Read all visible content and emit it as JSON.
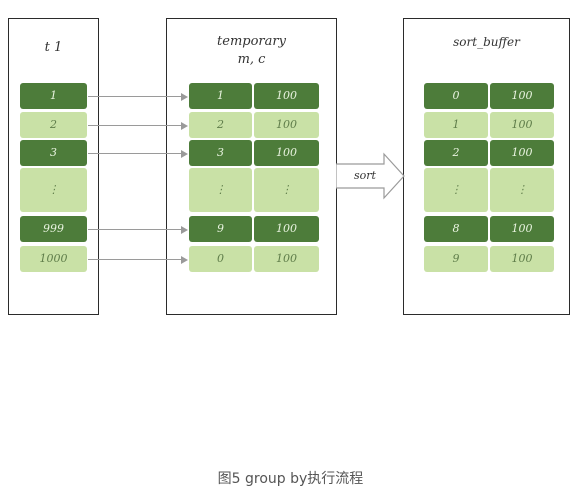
{
  "caption": "图5 group by执行流程",
  "panels": {
    "t1": {
      "title": "t 1"
    },
    "temporary": {
      "title_line1": "temporary",
      "title_line2": "m, c"
    },
    "sort_buffer": {
      "title": "sort_buffer"
    }
  },
  "sort_label": "sort",
  "t1_rows": [
    {
      "value": "1",
      "style": "dark"
    },
    {
      "value": "2",
      "style": "light"
    },
    {
      "value": "3",
      "style": "dark"
    },
    {
      "value": "⋮",
      "style": "light"
    },
    {
      "value": "999",
      "style": "dark"
    },
    {
      "value": "1000",
      "style": "light"
    }
  ],
  "temporary_rows": [
    {
      "m": "1",
      "c": "100",
      "style": "dark"
    },
    {
      "m": "2",
      "c": "100",
      "style": "light"
    },
    {
      "m": "3",
      "c": "100",
      "style": "dark"
    },
    {
      "m": "⋮",
      "c": "⋮",
      "style": "light"
    },
    {
      "m": "9",
      "c": "100",
      "style": "dark"
    },
    {
      "m": "0",
      "c": "100",
      "style": "light"
    }
  ],
  "sort_buffer_rows": [
    {
      "m": "0",
      "c": "100",
      "style": "dark"
    },
    {
      "m": "1",
      "c": "100",
      "style": "light"
    },
    {
      "m": "2",
      "c": "100",
      "style": "dark"
    },
    {
      "m": "⋮",
      "c": "⋮",
      "style": "light"
    },
    {
      "m": "8",
      "c": "100",
      "style": "dark"
    },
    {
      "m": "9",
      "c": "100",
      "style": "light"
    }
  ],
  "colors": {
    "dark_cell": "#4d7c3a",
    "light_cell": "#c9e1a6",
    "border": "#2b2b2b",
    "arrow": "#9a9a9a"
  }
}
